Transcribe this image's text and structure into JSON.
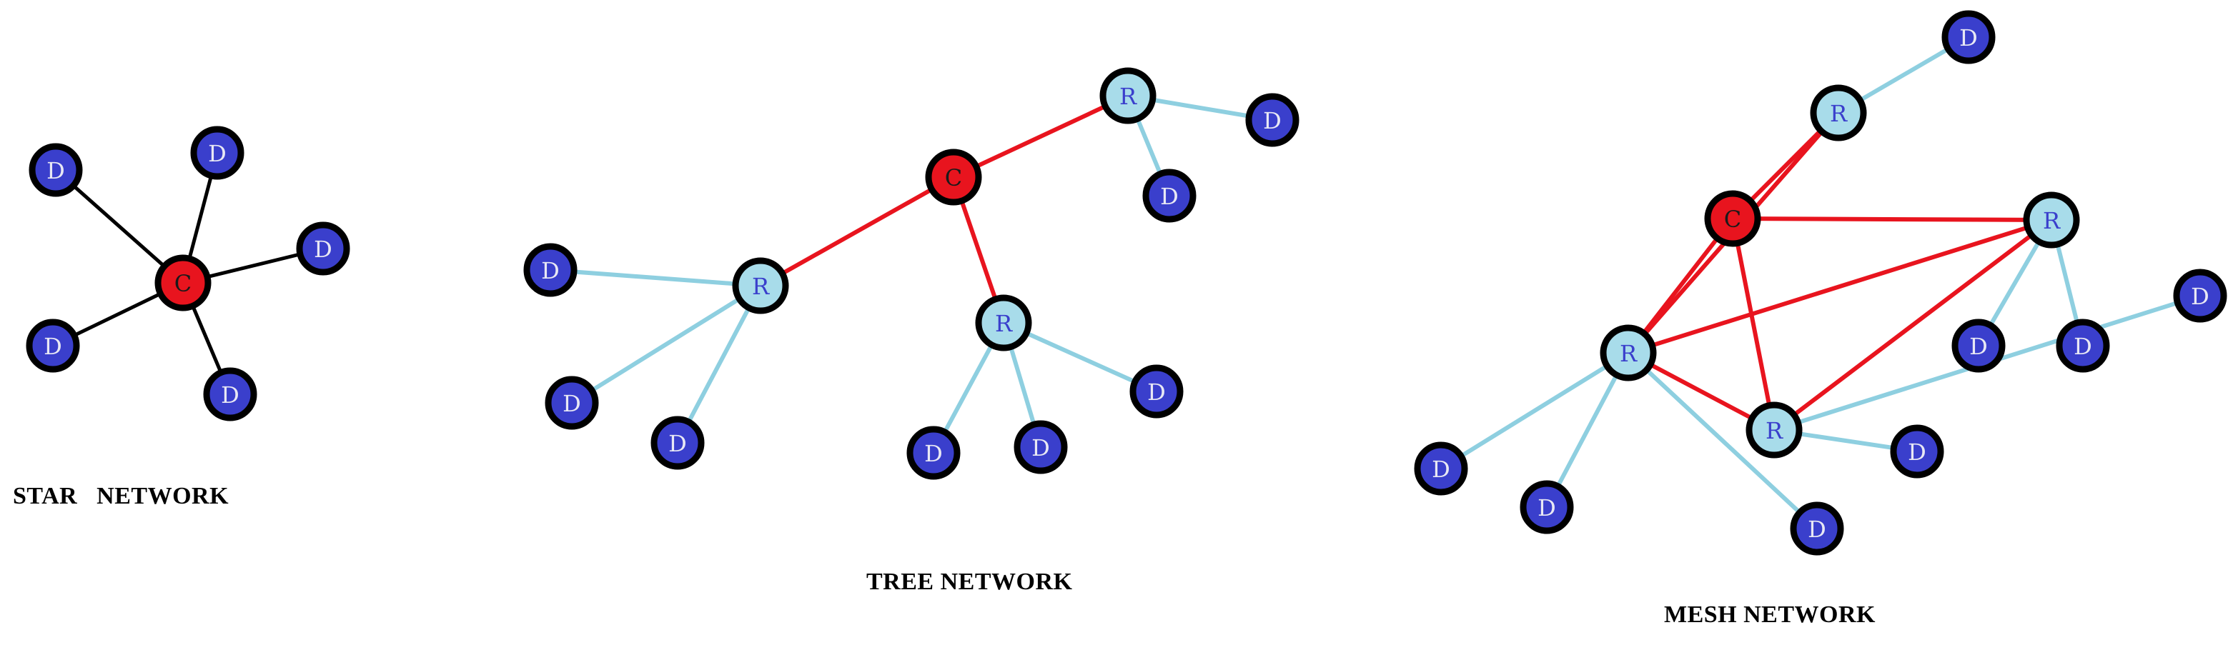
{
  "colors": {
    "device_fill": "#3a3fcc",
    "device_label": "#e8e8f4",
    "router_fill": "#a8dcea",
    "router_label": "#3a3fcc",
    "coordinator_fill": "#e8141e",
    "coordinator_label": "#1a1a1a",
    "node_outline": "#000000",
    "black_link": "#000000",
    "red_link": "#e8141e",
    "blue_link": "#8ecfe0"
  },
  "node_labels": {
    "device": "D",
    "router": "R",
    "coordinator": "C"
  },
  "networks": [
    {
      "id": "star",
      "caption": "STAR   NETWORK",
      "nodes": [
        {
          "id": "c",
          "type": "coordinator"
        },
        {
          "id": "d1",
          "type": "device"
        },
        {
          "id": "d2",
          "type": "device"
        },
        {
          "id": "d3",
          "type": "device"
        },
        {
          "id": "d4",
          "type": "device"
        },
        {
          "id": "d5",
          "type": "device"
        }
      ],
      "links": [
        {
          "from": "c",
          "to": "d1",
          "style": "black_link"
        },
        {
          "from": "c",
          "to": "d2",
          "style": "black_link"
        },
        {
          "from": "c",
          "to": "d3",
          "style": "black_link"
        },
        {
          "from": "c",
          "to": "d4",
          "style": "black_link"
        },
        {
          "from": "c",
          "to": "d5",
          "style": "black_link"
        }
      ]
    },
    {
      "id": "tree",
      "caption": "TREE NETWORK",
      "nodes": [
        {
          "id": "c",
          "type": "coordinator"
        },
        {
          "id": "r1",
          "type": "router"
        },
        {
          "id": "r2",
          "type": "router"
        },
        {
          "id": "r3",
          "type": "router"
        },
        {
          "id": "d1",
          "type": "device"
        },
        {
          "id": "d2",
          "type": "device"
        },
        {
          "id": "d3",
          "type": "device"
        },
        {
          "id": "d4",
          "type": "device"
        },
        {
          "id": "d5",
          "type": "device"
        },
        {
          "id": "d6",
          "type": "device"
        },
        {
          "id": "d7",
          "type": "device"
        },
        {
          "id": "d8",
          "type": "device"
        }
      ],
      "links": [
        {
          "from": "c",
          "to": "r1",
          "style": "red_link"
        },
        {
          "from": "c",
          "to": "r2",
          "style": "red_link"
        },
        {
          "from": "c",
          "to": "r3",
          "style": "red_link"
        },
        {
          "from": "r1",
          "to": "d1",
          "style": "blue_link"
        },
        {
          "from": "r1",
          "to": "d2",
          "style": "blue_link"
        },
        {
          "from": "r2",
          "to": "d3",
          "style": "blue_link"
        },
        {
          "from": "r2",
          "to": "d4",
          "style": "blue_link"
        },
        {
          "from": "r2",
          "to": "d5",
          "style": "blue_link"
        },
        {
          "from": "r3",
          "to": "d6",
          "style": "blue_link"
        },
        {
          "from": "r3",
          "to": "d7",
          "style": "blue_link"
        },
        {
          "from": "r3",
          "to": "d8",
          "style": "blue_link"
        }
      ]
    },
    {
      "id": "mesh",
      "caption": "MESH NETWORK",
      "nodes": [
        {
          "id": "c",
          "type": "coordinator"
        },
        {
          "id": "r1",
          "type": "router"
        },
        {
          "id": "r2",
          "type": "router"
        },
        {
          "id": "r3",
          "type": "router"
        },
        {
          "id": "r4",
          "type": "router"
        },
        {
          "id": "d1",
          "type": "device"
        },
        {
          "id": "d2",
          "type": "device"
        },
        {
          "id": "d3",
          "type": "device"
        },
        {
          "id": "d4",
          "type": "device"
        },
        {
          "id": "d5",
          "type": "device"
        },
        {
          "id": "d6",
          "type": "device"
        },
        {
          "id": "d7",
          "type": "device"
        },
        {
          "id": "d8",
          "type": "device"
        }
      ],
      "links": [
        {
          "from": "c",
          "to": "r1",
          "style": "red_link"
        },
        {
          "from": "c",
          "to": "r2",
          "style": "red_link"
        },
        {
          "from": "c",
          "to": "r3",
          "style": "red_link"
        },
        {
          "from": "c",
          "to": "r4",
          "style": "red_link"
        },
        {
          "from": "r1",
          "to": "r2",
          "style": "red_link"
        },
        {
          "from": "r2",
          "to": "r3",
          "style": "red_link"
        },
        {
          "from": "r2",
          "to": "r4",
          "style": "red_link"
        },
        {
          "from": "r3",
          "to": "r4",
          "style": "red_link"
        },
        {
          "from": "r1",
          "to": "d1",
          "style": "blue_link"
        },
        {
          "from": "r2",
          "to": "d2",
          "style": "blue_link"
        },
        {
          "from": "r2",
          "to": "d3",
          "style": "blue_link"
        },
        {
          "from": "r2",
          "to": "d4",
          "style": "blue_link"
        },
        {
          "from": "r3",
          "to": "d5",
          "style": "blue_link"
        },
        {
          "from": "r3",
          "to": "d6",
          "style": "blue_link"
        },
        {
          "from": "r4",
          "to": "d7",
          "style": "blue_link"
        },
        {
          "from": "r4",
          "to": "d8",
          "style": "blue_link"
        }
      ]
    }
  ]
}
